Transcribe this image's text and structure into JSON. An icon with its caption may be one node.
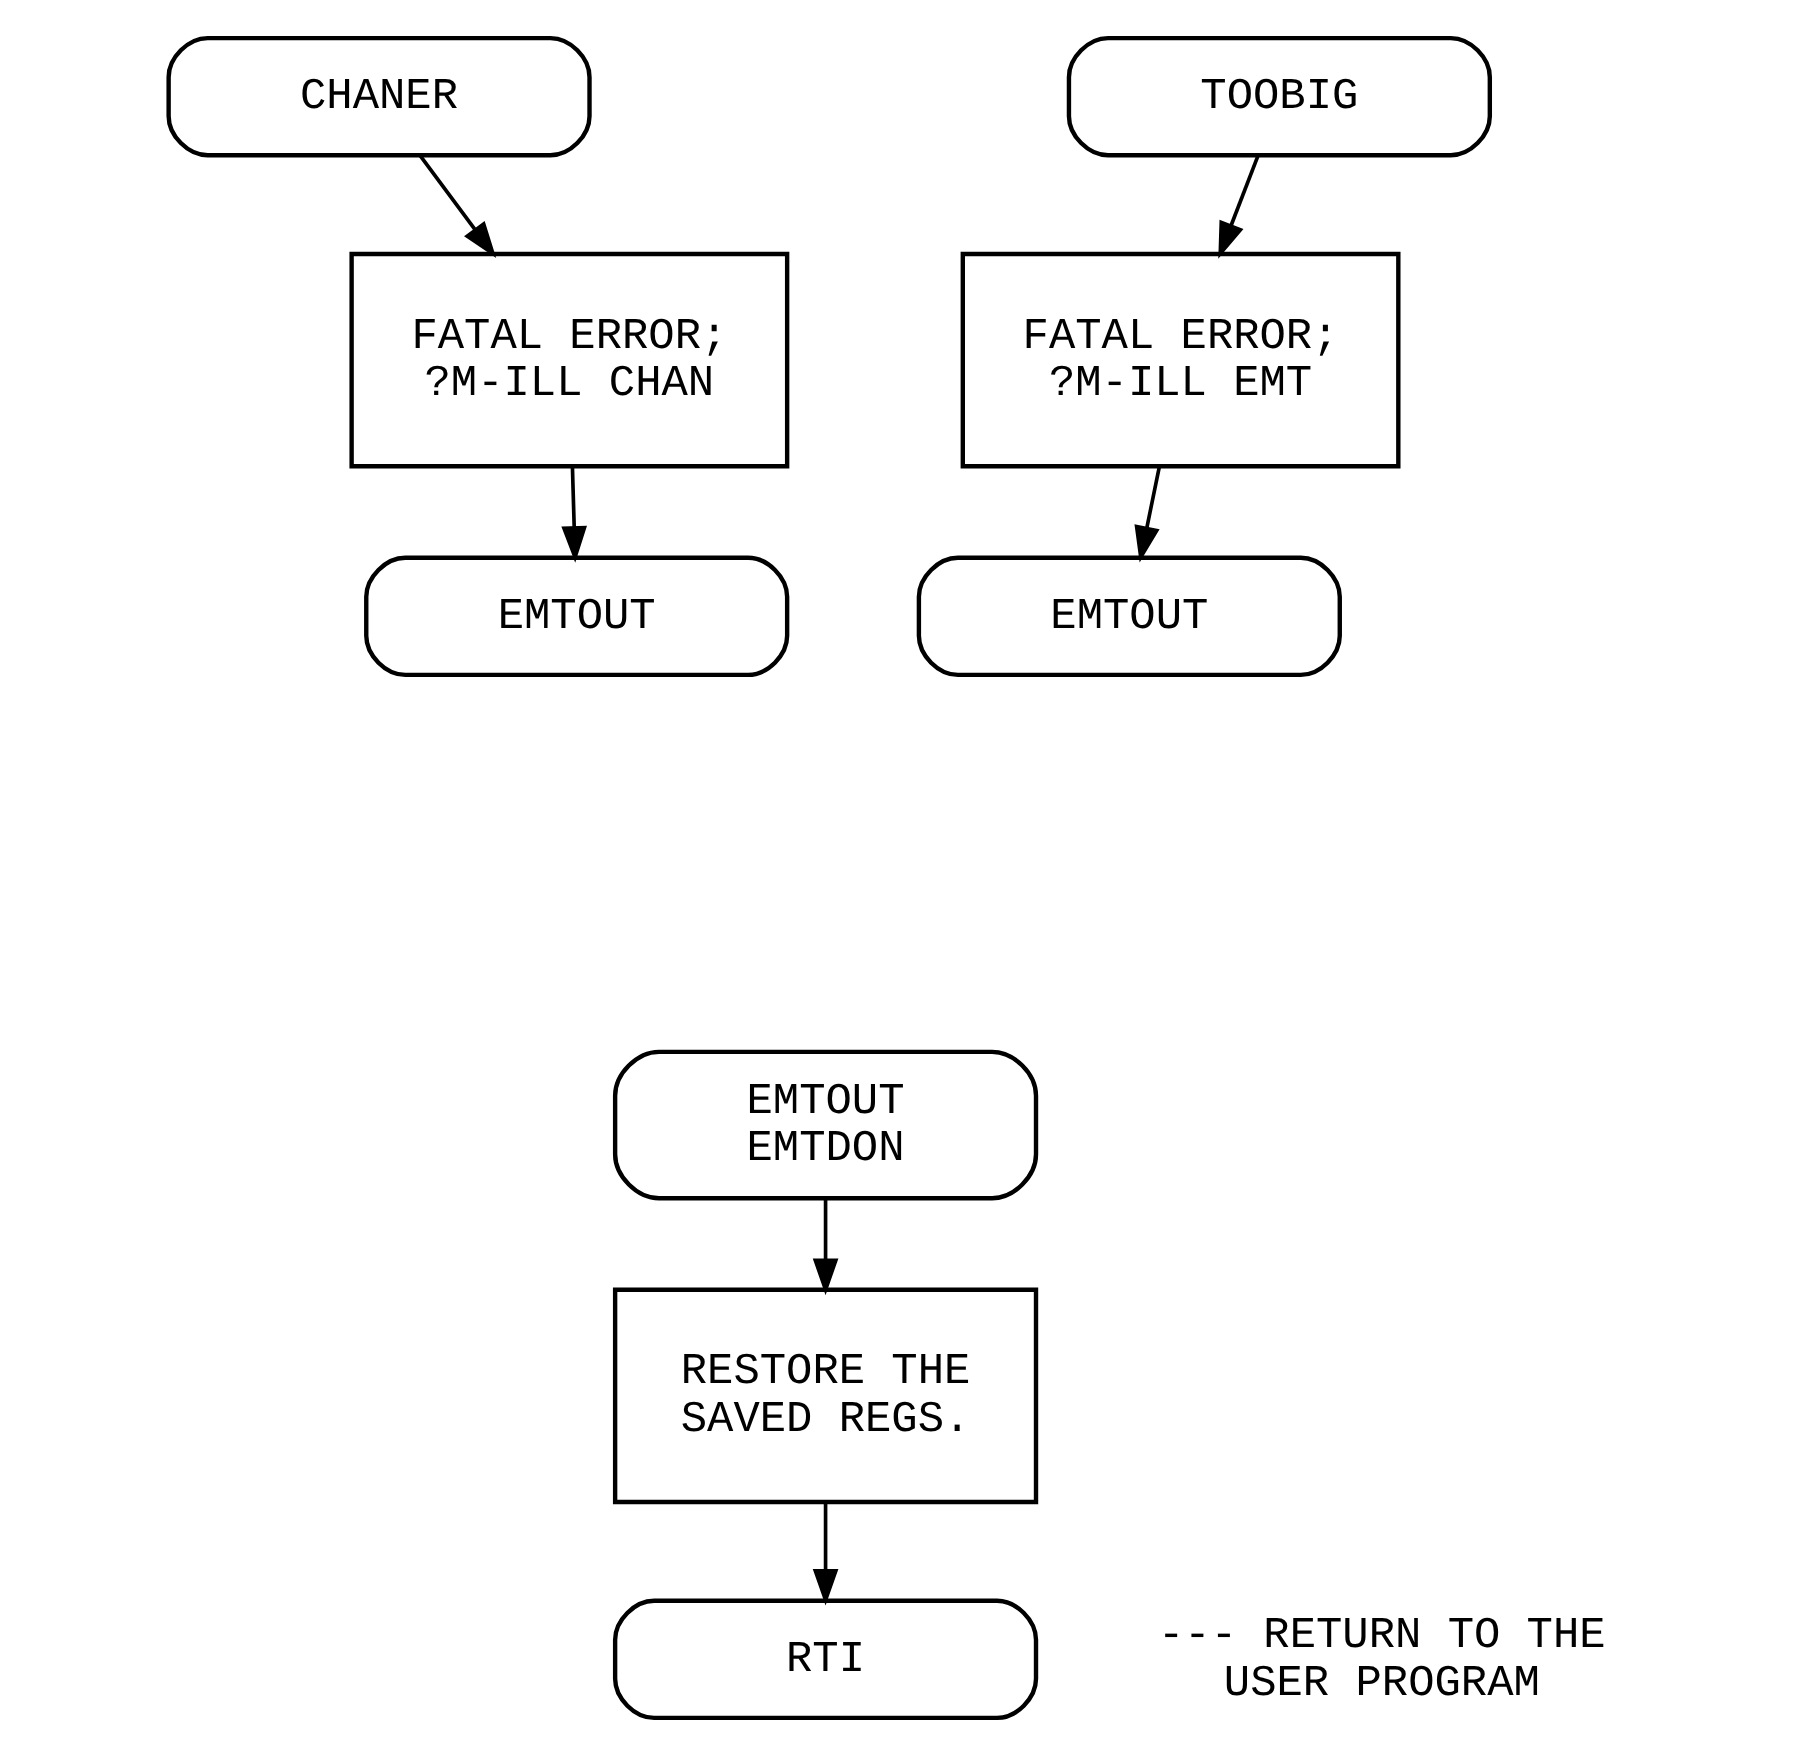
{
  "diagram": {
    "nodes": [
      {
        "text": [
          "CHANER"
        ]
      },
      {
        "text": [
          "FATAL ERROR; ?M-ILL CHAN"
        ]
      },
      {
        "text": [
          "EMTOUT"
        ]
      },
      {
        "text": [
          "TOOBIG"
        ]
      },
      {
        "text": [
          "FATAL ERROR; ?M-ILL EMT"
        ]
      },
      {
        "text": [
          "EMTOUT"
        ]
      },
      {
        "text": [
          "EMTOUT",
          "EMTDON"
        ]
      },
      {
        "text": [
          "RESTORE THE SAVED REGS."
        ]
      },
      {
        "text": [
          "RTI"
        ],
        "beside": [
          "--- RETURN TO THE USER PROGRAM"
        ]
      }
    ],
    "edges": [
      {
        "from": 0,
        "to": 1,
        "arrow": "to"
      },
      {
        "from": 1,
        "to": 2,
        "arrow": "to"
      },
      {
        "from": 3,
        "to": 4,
        "arrow": "to"
      },
      {
        "from": 4,
        "to": 5,
        "arrow": "to"
      },
      {
        "from": 6,
        "to": 7,
        "arrow": "to"
      },
      {
        "from": 7,
        "to": 8,
        "arrow": "to"
      }
    ]
  }
}
